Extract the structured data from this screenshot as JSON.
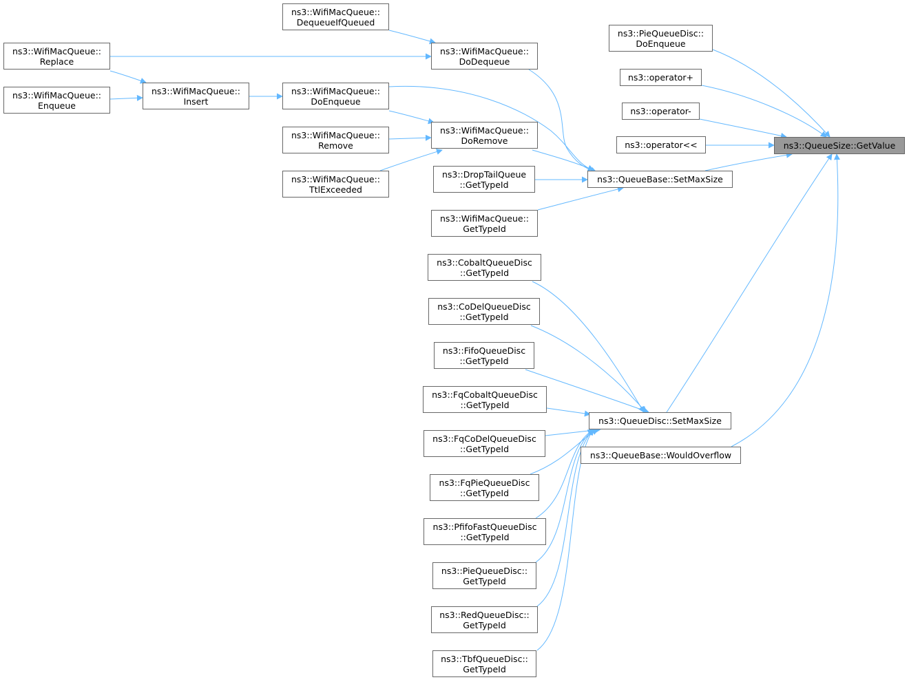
{
  "colors": {
    "edge": "#63b8ff",
    "node_border": "#666666",
    "root_fill": "#999999",
    "node_fill": "#ffffff"
  },
  "nodes": [
    {
      "id": "getvalue",
      "lines": [
        "ns3::QueueSize::GetValue"
      ],
      "root": true
    },
    {
      "id": "piequeuedisc-doenqueue",
      "lines": [
        "ns3::PieQueueDisc::",
        "DoEnqueue"
      ]
    },
    {
      "id": "operator-plus",
      "lines": [
        "ns3::operator+"
      ]
    },
    {
      "id": "operator-minus",
      "lines": [
        "ns3::operator-"
      ]
    },
    {
      "id": "operator-shift",
      "lines": [
        "ns3::operator<<"
      ]
    },
    {
      "id": "queuebase-setmaxsize",
      "lines": [
        "ns3::QueueBase::SetMaxSize"
      ]
    },
    {
      "id": "queuedisc-setmaxsize",
      "lines": [
        "ns3::QueueDisc::SetMaxSize"
      ]
    },
    {
      "id": "queuebase-wouldoverflow",
      "lines": [
        "ns3::QueueBase::WouldOverflow"
      ]
    },
    {
      "id": "wifimacqueue-dequeueifqueued",
      "lines": [
        "ns3::WifiMacQueue::",
        "DequeueIfQueued"
      ]
    },
    {
      "id": "wifimacqueue-dodequeue",
      "lines": [
        "ns3::WifiMacQueue::",
        "DoDequeue"
      ]
    },
    {
      "id": "wifimacqueue-replace",
      "lines": [
        "ns3::WifiMacQueue::",
        "Replace"
      ]
    },
    {
      "id": "wifimacqueue-enqueue",
      "lines": [
        "ns3::WifiMacQueue::",
        "Enqueue"
      ]
    },
    {
      "id": "wifimacqueue-insert",
      "lines": [
        "ns3::WifiMacQueue::",
        "Insert"
      ]
    },
    {
      "id": "wifimacqueue-doenqueue",
      "lines": [
        "ns3::WifiMacQueue::",
        "DoEnqueue"
      ]
    },
    {
      "id": "wifimacqueue-remove",
      "lines": [
        "ns3::WifiMacQueue::",
        "Remove"
      ]
    },
    {
      "id": "wifimacqueue-doremove",
      "lines": [
        "ns3::WifiMacQueue::",
        "DoRemove"
      ]
    },
    {
      "id": "wifimacqueue-ttlexceeded",
      "lines": [
        "ns3::WifiMacQueue::",
        "TtlExceeded"
      ]
    },
    {
      "id": "droptailqueue-gettypeid",
      "lines": [
        "ns3::DropTailQueue",
        "::GetTypeId"
      ]
    },
    {
      "id": "wifimacqueue-gettypeid",
      "lines": [
        "ns3::WifiMacQueue::",
        "GetTypeId"
      ]
    },
    {
      "id": "cobaltqueuedisc-gettypeid",
      "lines": [
        "ns3::CobaltQueueDisc",
        "::GetTypeId"
      ]
    },
    {
      "id": "codelqueuedisc-gettypeid",
      "lines": [
        "ns3::CoDelQueueDisc",
        "::GetTypeId"
      ]
    },
    {
      "id": "fifoqueuedisc-gettypeid",
      "lines": [
        "ns3::FifoQueueDisc",
        "::GetTypeId"
      ]
    },
    {
      "id": "fqcobaltqueuedisc-gettypeid",
      "lines": [
        "ns3::FqCobaltQueueDisc",
        "::GetTypeId"
      ]
    },
    {
      "id": "fqcodelqueuedisc-gettypeid",
      "lines": [
        "ns3::FqCoDelQueueDisc",
        "::GetTypeId"
      ]
    },
    {
      "id": "fqpiequeuedisc-gettypeid",
      "lines": [
        "ns3::FqPieQueueDisc",
        "::GetTypeId"
      ]
    },
    {
      "id": "pfifofastqueuedisc-gettypeid",
      "lines": [
        "ns3::PfifoFastQueueDisc",
        "::GetTypeId"
      ]
    },
    {
      "id": "piequeuedisc-gettypeid",
      "lines": [
        "ns3::PieQueueDisc::",
        "GetTypeId"
      ]
    },
    {
      "id": "redqueuedisc-gettypeid",
      "lines": [
        "ns3::RedQueueDisc::",
        "GetTypeId"
      ]
    },
    {
      "id": "tbfqueuedisc-gettypeid",
      "lines": [
        "ns3::TbfQueueDisc::",
        "GetTypeId"
      ]
    }
  ],
  "edges": [
    {
      "from": "piequeuedisc-doenqueue",
      "to": "getvalue"
    },
    {
      "from": "operator-plus",
      "to": "getvalue"
    },
    {
      "from": "operator-minus",
      "to": "getvalue"
    },
    {
      "from": "operator-shift",
      "to": "getvalue"
    },
    {
      "from": "queuebase-setmaxsize",
      "to": "getvalue"
    },
    {
      "from": "queuedisc-setmaxsize",
      "to": "getvalue"
    },
    {
      "from": "queuebase-wouldoverflow",
      "to": "getvalue"
    },
    {
      "from": "wifimacqueue-dodequeue",
      "to": "queuebase-setmaxsize"
    },
    {
      "from": "wifimacqueue-doenqueue",
      "to": "queuebase-setmaxsize"
    },
    {
      "from": "wifimacqueue-doremove",
      "to": "queuebase-setmaxsize"
    },
    {
      "from": "droptailqueue-gettypeid",
      "to": "queuebase-setmaxsize"
    },
    {
      "from": "wifimacqueue-gettypeid",
      "to": "queuebase-setmaxsize"
    },
    {
      "from": "wifimacqueue-dequeueifqueued",
      "to": "wifimacqueue-dodequeue"
    },
    {
      "from": "wifimacqueue-replace",
      "to": "wifimacqueue-dodequeue"
    },
    {
      "from": "wifimacqueue-replace",
      "to": "wifimacqueue-insert"
    },
    {
      "from": "wifimacqueue-enqueue",
      "to": "wifimacqueue-insert"
    },
    {
      "from": "wifimacqueue-insert",
      "to": "wifimacqueue-doenqueue"
    },
    {
      "from": "wifimacqueue-doenqueue",
      "to": "wifimacqueue-doremove"
    },
    {
      "from": "wifimacqueue-remove",
      "to": "wifimacqueue-doremove"
    },
    {
      "from": "wifimacqueue-ttlexceeded",
      "to": "wifimacqueue-doremove"
    },
    {
      "from": "cobaltqueuedisc-gettypeid",
      "to": "queuedisc-setmaxsize"
    },
    {
      "from": "codelqueuedisc-gettypeid",
      "to": "queuedisc-setmaxsize"
    },
    {
      "from": "fifoqueuedisc-gettypeid",
      "to": "queuedisc-setmaxsize"
    },
    {
      "from": "fqcobaltqueuedisc-gettypeid",
      "to": "queuedisc-setmaxsize"
    },
    {
      "from": "fqcodelqueuedisc-gettypeid",
      "to": "queuedisc-setmaxsize"
    },
    {
      "from": "fqpiequeuedisc-gettypeid",
      "to": "queuedisc-setmaxsize"
    },
    {
      "from": "pfifofastqueuedisc-gettypeid",
      "to": "queuedisc-setmaxsize"
    },
    {
      "from": "piequeuedisc-gettypeid",
      "to": "queuedisc-setmaxsize"
    },
    {
      "from": "redqueuedisc-gettypeid",
      "to": "queuedisc-setmaxsize"
    },
    {
      "from": "tbfqueuedisc-gettypeid",
      "to": "queuedisc-setmaxsize"
    }
  ]
}
